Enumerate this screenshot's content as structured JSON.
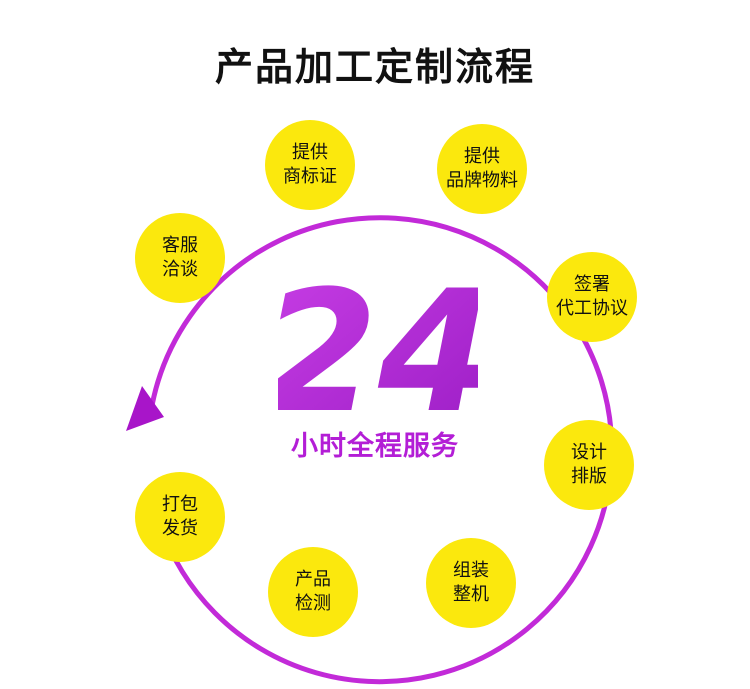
{
  "title": "产品加工定制流程",
  "center": {
    "number": "24",
    "subtitle": "小时全程服务"
  },
  "colors": {
    "ring": "#c22ad8",
    "node_fill": "#fbe80d",
    "number_light": "#c93fe6",
    "number_dark": "#8e14b4",
    "subtitle": "#b31ed6"
  },
  "steps": [
    {
      "line1": "客服",
      "line2": "洽谈"
    },
    {
      "line1": "提供",
      "line2": "商标证"
    },
    {
      "line1": "提供",
      "line2": "品牌物料"
    },
    {
      "line1": "签署",
      "line2": "代工协议"
    },
    {
      "line1": "设计",
      "line2": "排版"
    },
    {
      "line1": "组装",
      "line2": "整机"
    },
    {
      "line1": "产品",
      "line2": "检测"
    },
    {
      "line1": "打包",
      "line2": "发货"
    }
  ]
}
